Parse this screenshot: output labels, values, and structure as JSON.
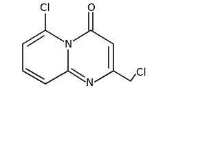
{
  "structure": {
    "atoms": {
      "cl_left": "Cl",
      "cl_right": "Cl",
      "o": "O",
      "n_ring_junction": "N",
      "n_ring_bottom": "N"
    },
    "colors": {
      "bond": "#000000",
      "label": "#000000",
      "background": "#ffffff"
    }
  }
}
